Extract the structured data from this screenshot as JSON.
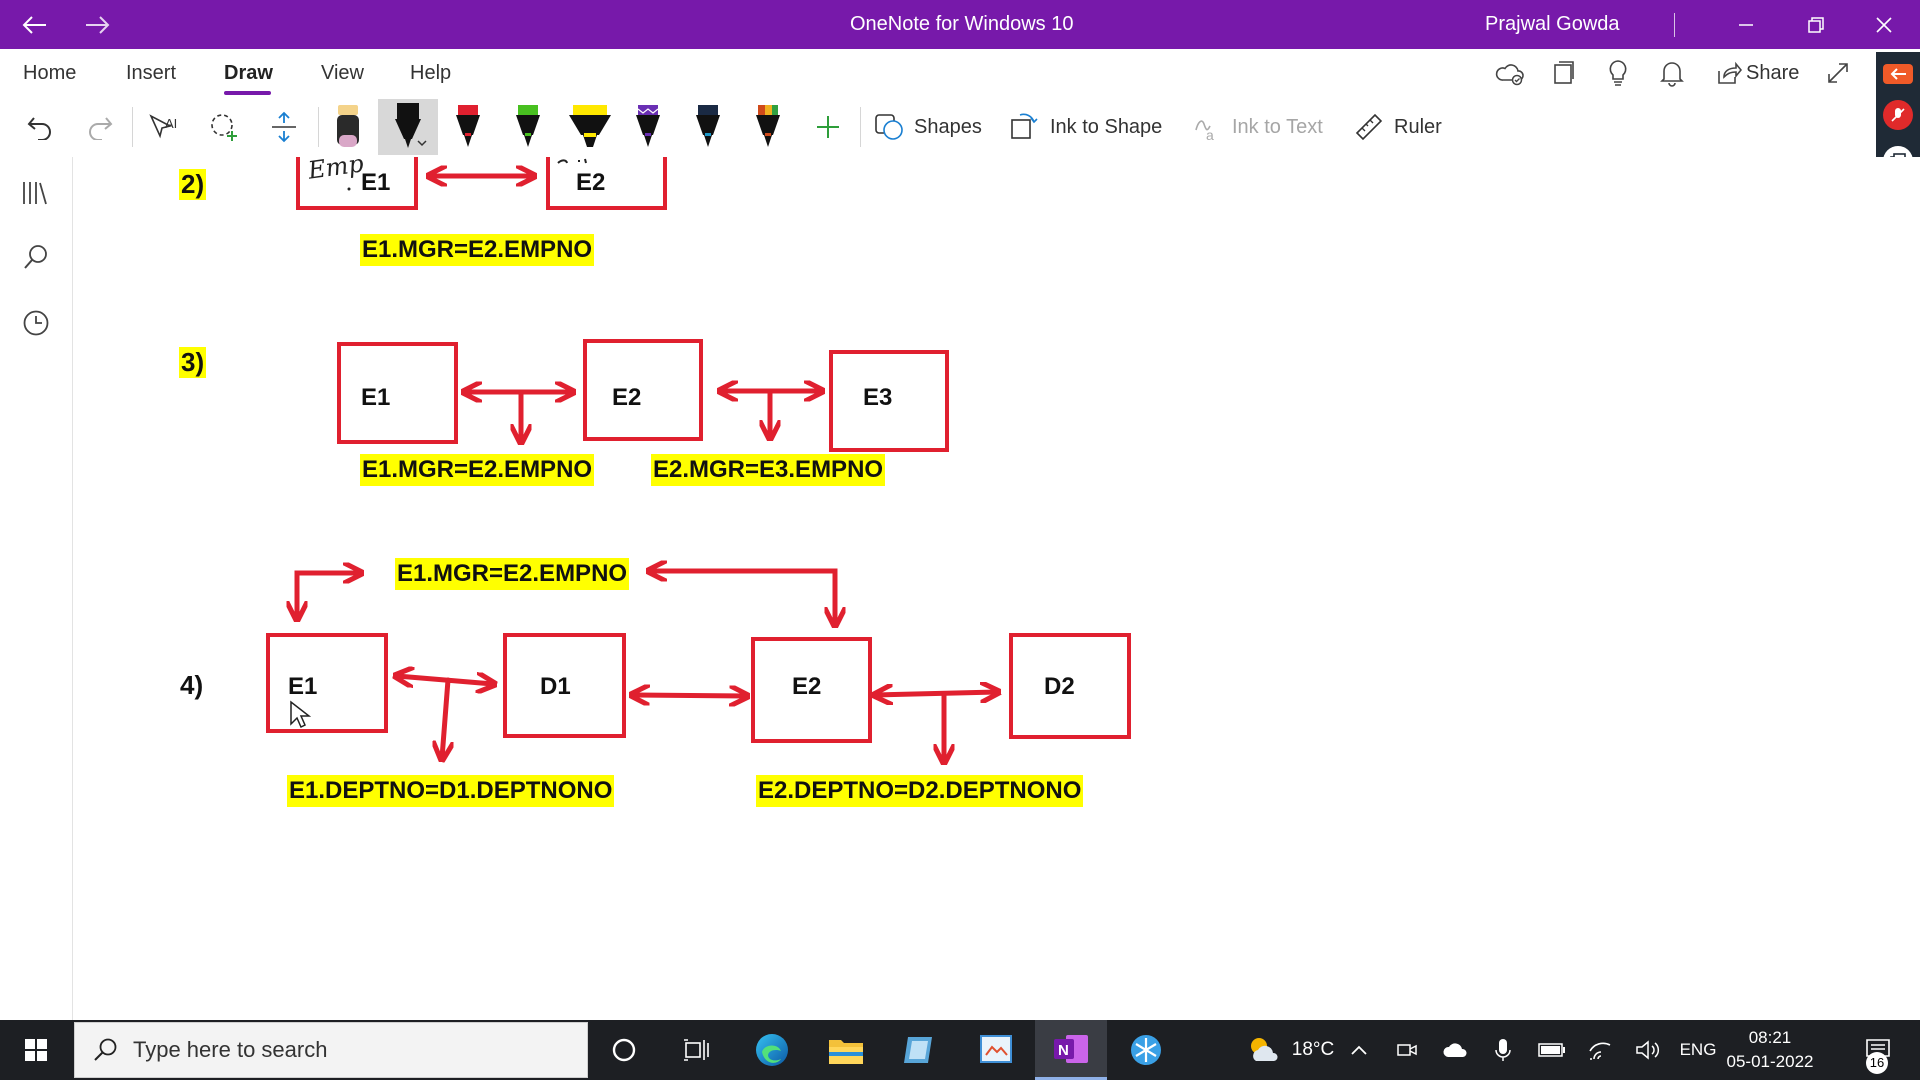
{
  "window": {
    "title": "OneNote for Windows 10",
    "user": "Prajwal Gowda",
    "accent": "#7719aa"
  },
  "ribbon": {
    "tabs": [
      "Home",
      "Insert",
      "Draw",
      "View",
      "Help"
    ],
    "active_tab": "Draw",
    "share_label": "Share"
  },
  "toolbar": {
    "shapes_label": "Shapes",
    "ink_to_shape_label": "Ink to Shape",
    "ink_to_text_label": "Ink to Text",
    "ruler_label": "Ruler",
    "pens": [
      {
        "name": "eraser",
        "color": "#d9a7c7"
      },
      {
        "name": "pen-black-selected",
        "color": "#111111"
      },
      {
        "name": "pen-red",
        "color": "#e0202f"
      },
      {
        "name": "pen-green",
        "color": "#48c020"
      },
      {
        "name": "highlighter-yellow",
        "color": "#ffe800"
      },
      {
        "name": "pen-purple",
        "color": "#6a2fb4"
      },
      {
        "name": "pen-teal",
        "color": "#1d98c8"
      },
      {
        "name": "pen-galaxy",
        "color": "#d04a1a"
      }
    ]
  },
  "canvas": {
    "ink_color": "#e0202f",
    "highlight_color": "#ffff00",
    "sections": {
      "s2": {
        "number": "2)",
        "box1": "E1",
        "box2": "E2",
        "handwriting": "Emp",
        "condition": "E1.MGR=E2.EMPNO"
      },
      "s3": {
        "number": "3)",
        "box1": "E1",
        "box2": "E2",
        "box3": "E3",
        "condition1": "E1.MGR=E2.EMPNO",
        "condition2": "E2.MGR=E3.EMPNO"
      },
      "s4": {
        "number": "4)",
        "box1": "E1",
        "box2": "D1",
        "box3": "E2",
        "box4": "D2",
        "condition_top": "E1.MGR=E2.EMPNO",
        "condition_left": "E1.DEPTNO=D1.DEPTNONO",
        "condition_right": "E2.DEPTNO=D2.DEPTNONO"
      }
    }
  },
  "taskbar": {
    "search_placeholder": "Type here to search",
    "weather": "18°C",
    "language": "ENG",
    "time": "08:21",
    "date": "05-01-2022",
    "notification_count": "16"
  }
}
